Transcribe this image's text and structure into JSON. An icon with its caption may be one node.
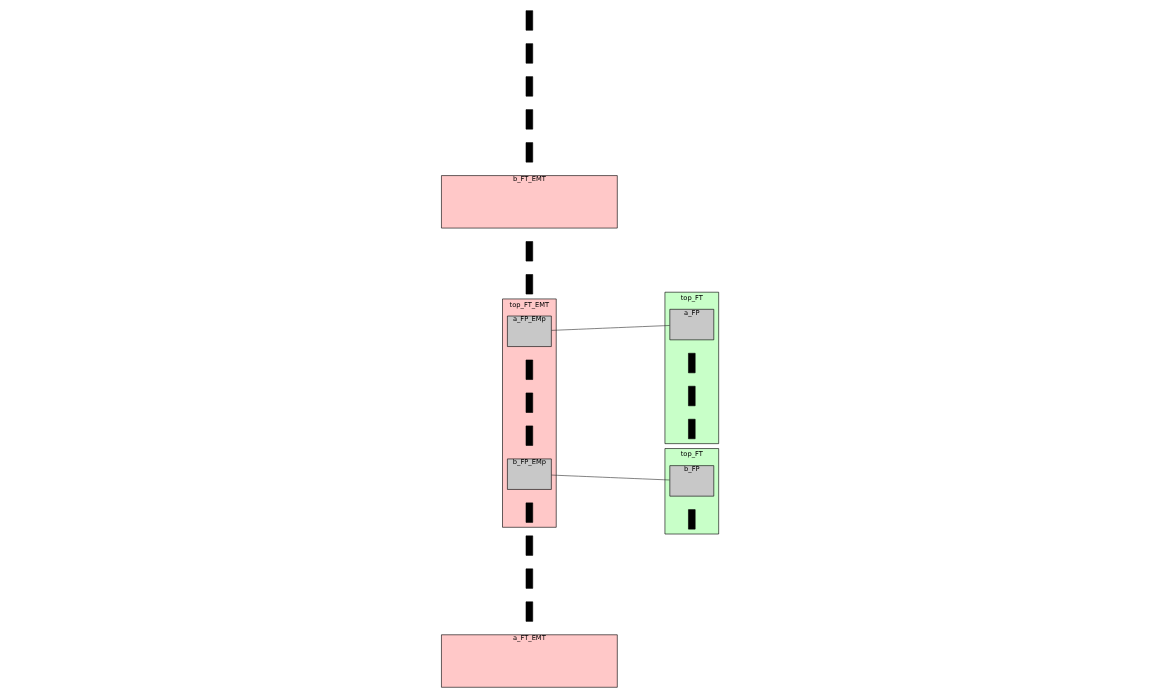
{
  "diagram": {
    "nodes": [
      {
        "text": [
          "a_FT_EMT"
        ]
      },
      {
        "text": [],
        "shape": "bar"
      },
      {
        "text": [],
        "shape": "bar"
      },
      {
        "text": [],
        "shape": "bar"
      },
      {
        "text": [
          "top_FT"
        ]
      },
      {
        "text": [],
        "shape": "bar"
      },
      {
        "text": [
          "a_FP"
        ],
        "in": 4
      },
      {
        "text": [],
        "shape": "bar",
        "in": 4
      },
      {
        "text": [],
        "shape": "bar",
        "in": 4
      },
      {
        "text": [],
        "shape": "bar",
        "in": 4
      },
      {
        "text": [],
        "shape": "bar"
      },
      {
        "text": [
          "b_FT_EMT"
        ]
      },
      {
        "text": [],
        "shape": "bar"
      },
      {
        "text": [
          "top_FT"
        ]
      },
      {
        "text": [],
        "shape": "bar"
      },
      {
        "text": [
          "b_FP"
        ],
        "in": 13
      },
      {
        "text": [],
        "shape": "bar",
        "in": 13
      },
      {
        "text": [],
        "shape": "bar"
      },
      {
        "text": [
          "top_FT_EMT"
        ]
      },
      {
        "text": [],
        "shape": "bar"
      },
      {
        "text": [
          "a_FP_EMp"
        ],
        "in": 18
      },
      {
        "text": [],
        "shape": "bar",
        "in": 18
      },
      {
        "text": [],
        "shape": "bar",
        "in": 18
      },
      {
        "text": [],
        "shape": "bar",
        "in": 18
      },
      {
        "text": [],
        "shape": "bar"
      },
      {
        "text": [
          "b_FP_EMp"
        ],
        "in": 18
      },
      {
        "text": [],
        "shape": "bar",
        "in": 18
      }
    ],
    "edges": [
      {
        "from": 20,
        "to": 6,
        "arrow": "none"
      },
      {
        "from": 25,
        "to": 15,
        "arrow": "none"
      }
    ]
  }
}
